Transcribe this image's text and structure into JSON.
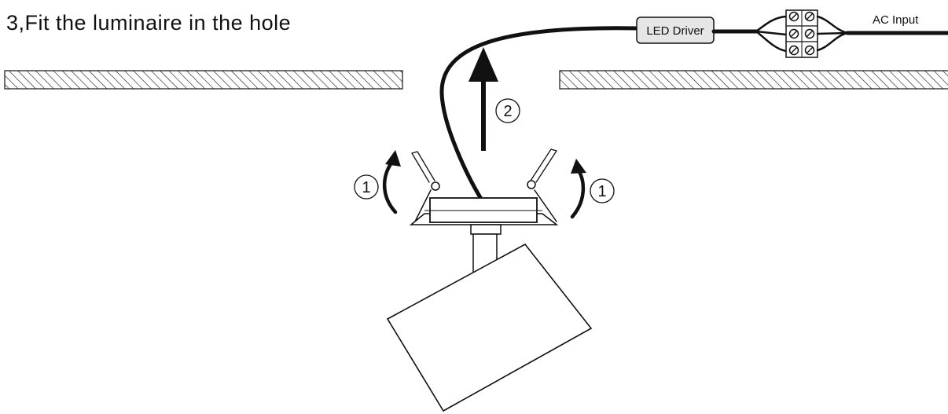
{
  "title": "3,Fit the luminaire in the hole",
  "driver_label": "LED Driver",
  "input_label": "AC Input",
  "step_left": "1",
  "step_right": "1",
  "step_push": "2",
  "colors": {
    "ink": "#111111",
    "driver_fill": "#e6e6e6",
    "paper": "#ffffff"
  }
}
